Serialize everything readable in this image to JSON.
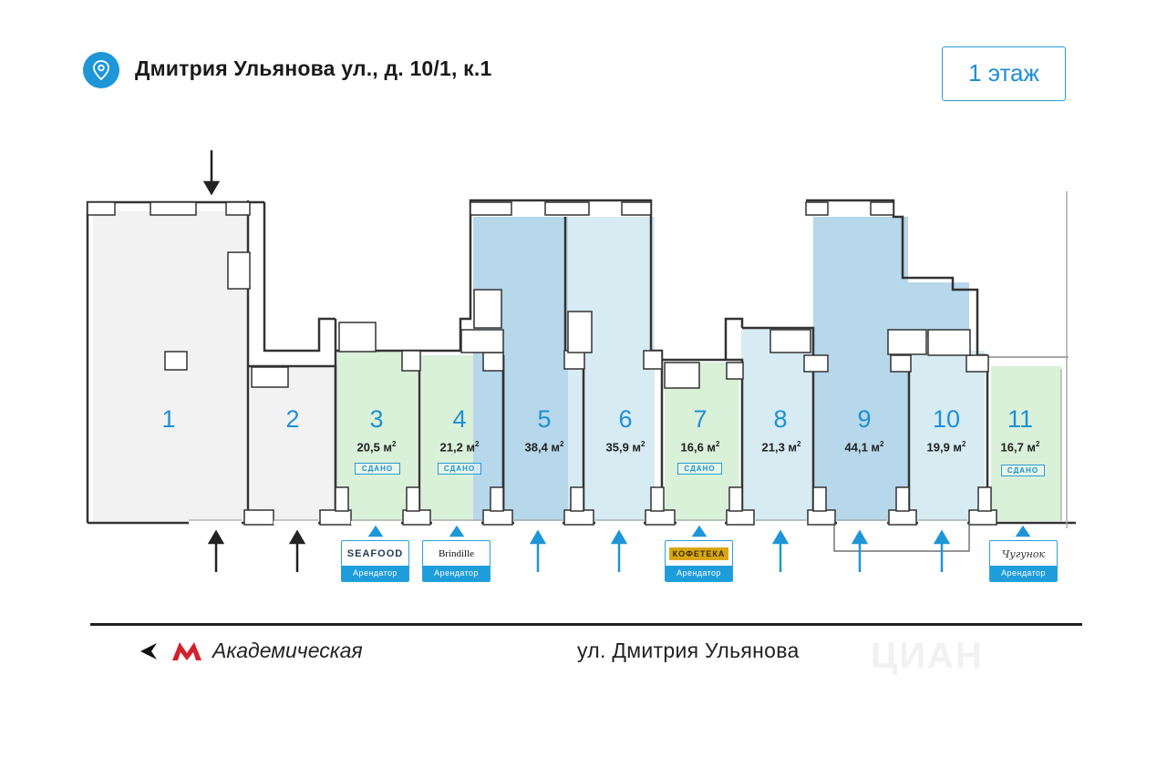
{
  "header": {
    "address": "Дмитрия Ульянова ул., д. 10/1, к.1",
    "floor": "1 этаж",
    "pin_icon": "location-pin-icon"
  },
  "units": [
    {
      "number": "1",
      "area": "",
      "status": "",
      "fill": "#f2f2f2"
    },
    {
      "number": "2",
      "area": "",
      "status": "",
      "fill": "#f2f2f2"
    },
    {
      "number": "3",
      "area": "20,5 м",
      "status": "СДАНО",
      "fill": "#d9f0d9",
      "tenant": "SEAFOOD"
    },
    {
      "number": "4",
      "area": "21,2 м",
      "status": "СДАНО",
      "fill": "#d9f0d9",
      "tenant": "Brindille"
    },
    {
      "number": "5",
      "area": "38,4 м",
      "status": "",
      "fill": "#b7d7ea"
    },
    {
      "number": "6",
      "area": "35,9 м",
      "status": "",
      "fill": "#d7ebf3"
    },
    {
      "number": "7",
      "area": "16,6 м",
      "status": "СДАНО",
      "fill": "#d9f0d9",
      "tenant": "КОФЕТЕКА"
    },
    {
      "number": "8",
      "area": "21,3 м",
      "status": "",
      "fill": "#d7ebf3"
    },
    {
      "number": "9",
      "area": "44,1 м",
      "status": "",
      "fill": "#b7d7ea"
    },
    {
      "number": "10",
      "area": "19,9 м",
      "status": "",
      "fill": "#d7ebf3"
    },
    {
      "number": "11",
      "area": "16,7 м",
      "status": "СДАНО",
      "fill": "#d9f0d9",
      "tenant": "Чугунок"
    }
  ],
  "area_unit_sup": "2",
  "tenant_caption": "Арендатор",
  "tenants": [
    "SEAFOOD",
    "Brindille",
    "КОФЕТЕКА",
    "Чугунок"
  ],
  "street": {
    "metro_station": "Академическая",
    "metro_icon": "metro-m-icon",
    "direction_icon": "arrow-left-icon",
    "name": "ул. Дмитрия Ульянова"
  },
  "colors": {
    "accent": "#1e96d8",
    "rented_green": "#d9f0d9",
    "available_blue": "#b7d7ea",
    "available_light": "#d7ebf3",
    "common_gray": "#f2f2f2",
    "metro_red": "#d3212d"
  },
  "watermark": "ЦИАН"
}
